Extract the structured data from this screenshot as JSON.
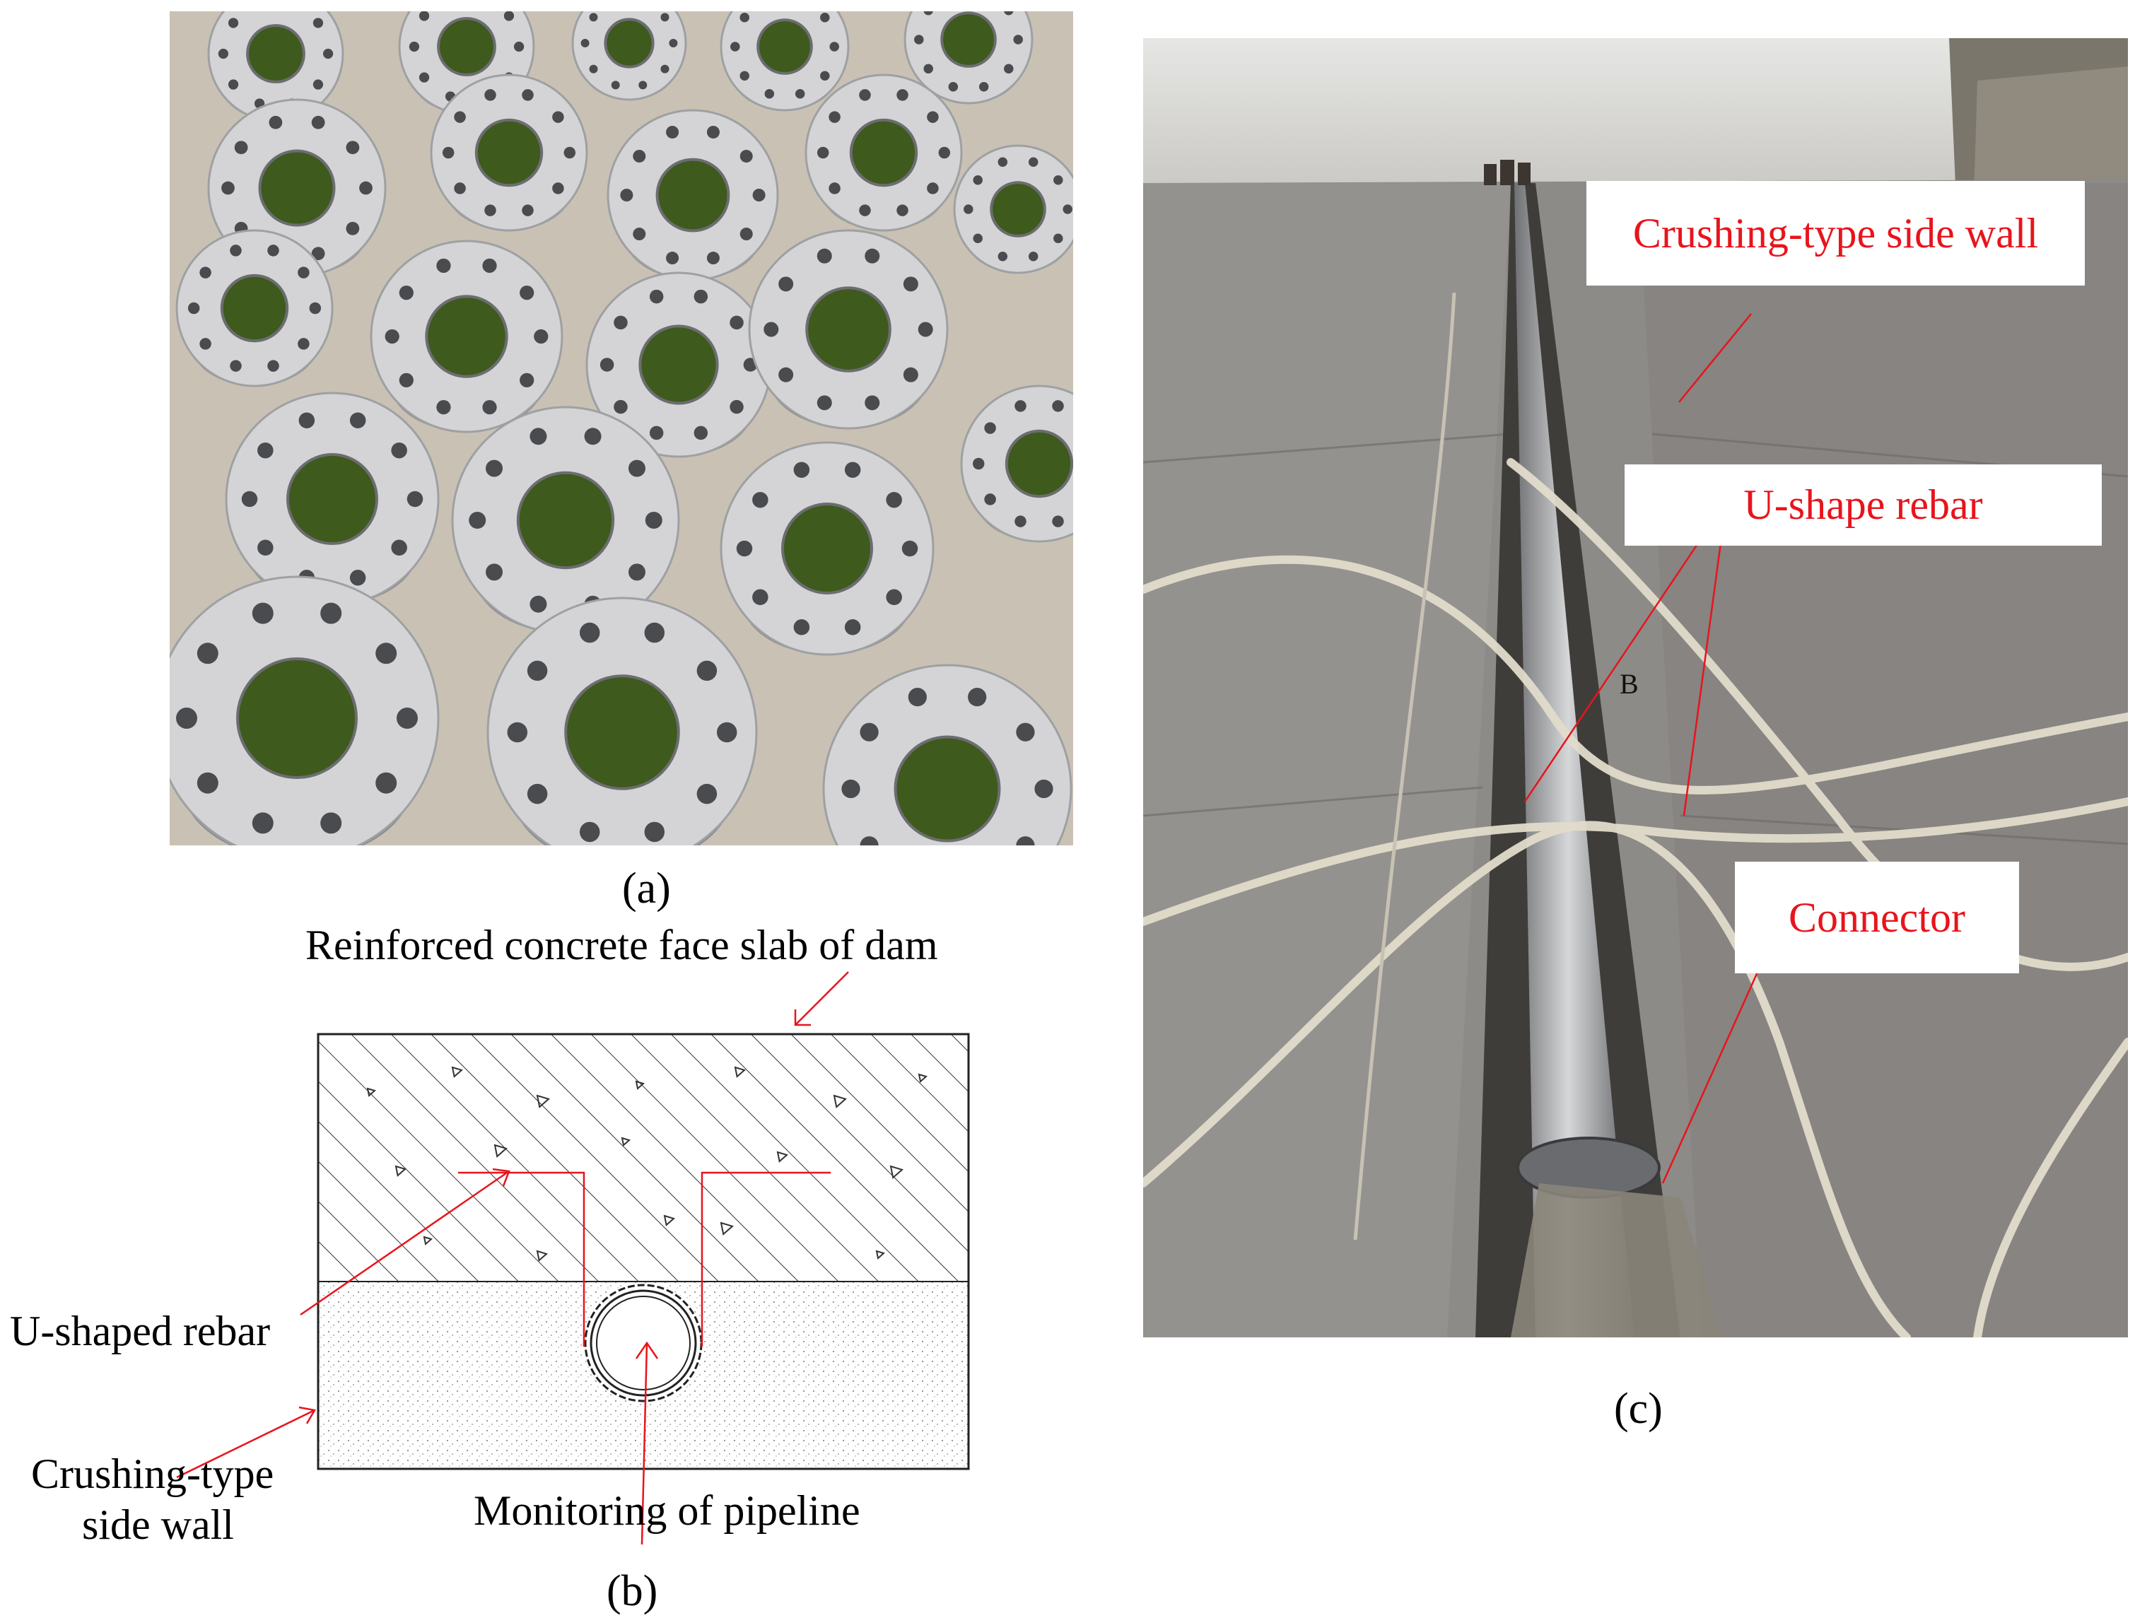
{
  "panel_a": {
    "caption": "(a)"
  },
  "panel_b": {
    "caption": "(b)",
    "labels": {
      "face_slab": "Reinforced concrete face slab of dam",
      "u_rebar": "U-shaped rebar",
      "side_wall_line1": "Crushing-type",
      "side_wall_line2": "side wall",
      "pipeline": "Monitoring of pipeline"
    }
  },
  "panel_c": {
    "caption": "(c)",
    "callouts": {
      "side_wall": "Crushing-type side wall",
      "u_rebar": "U-shape rebar",
      "connector": "Connector"
    },
    "marker": "B"
  },
  "colors": {
    "annotation_red": "#e8141c",
    "flange_steel": "#d4d4d6",
    "pipe_inner_green": "#3e5a1c",
    "concrete": "#8e8c88"
  }
}
